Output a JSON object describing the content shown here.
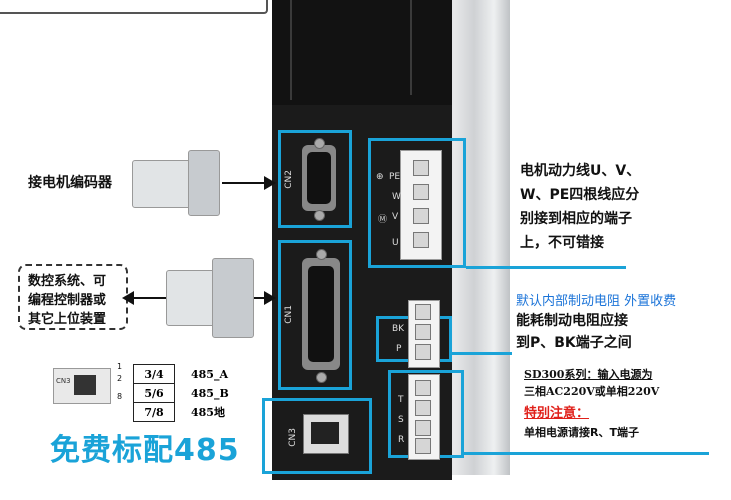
{
  "encoder_label": "接电机编码器",
  "host_box": {
    "lines": [
      "数控系统、可",
      "编程控制器或",
      "其它上位装置"
    ]
  },
  "motor_power": {
    "lines": [
      "电机动力线U、V、",
      "W、PE四根线应分",
      "别接到相应的端子",
      "上，不可错接"
    ]
  },
  "brake_resistor": {
    "highlight": "默认内部制动电阻 外置收费",
    "lines": [
      "能耗制动电阻应接",
      "到P、BK端子之间"
    ]
  },
  "power_input": {
    "line1": "SD300系列：输入电源为",
    "line2": "三相AC220V或单相220V",
    "attention": "特别注意：",
    "line3": "单相电源请接R、T端子"
  },
  "pin_table": [
    {
      "pins": "3/4",
      "signal": "485_A"
    },
    {
      "pins": "5/6",
      "signal": "485_B"
    },
    {
      "pins": "7/8",
      "signal": "485地"
    }
  ],
  "rj_thumb_pins": [
    "1",
    "2",
    "8"
  ],
  "rj_thumb_label": "CN3",
  "free_label": "免费标配485",
  "ports": {
    "cn1": "CN1",
    "cn2": "CN2",
    "cn3": "CN3"
  },
  "terminal_labels": {
    "pe": "PE",
    "w": "W",
    "v": "V",
    "u": "U",
    "bk": "BK",
    "p": "P",
    "m": "M",
    "r": "R",
    "s": "S",
    "t": "T"
  },
  "colors": {
    "accent_blue": "#1aa3d8",
    "highlight_blue": "#1a73d8",
    "attention_red": "#e0201a"
  }
}
